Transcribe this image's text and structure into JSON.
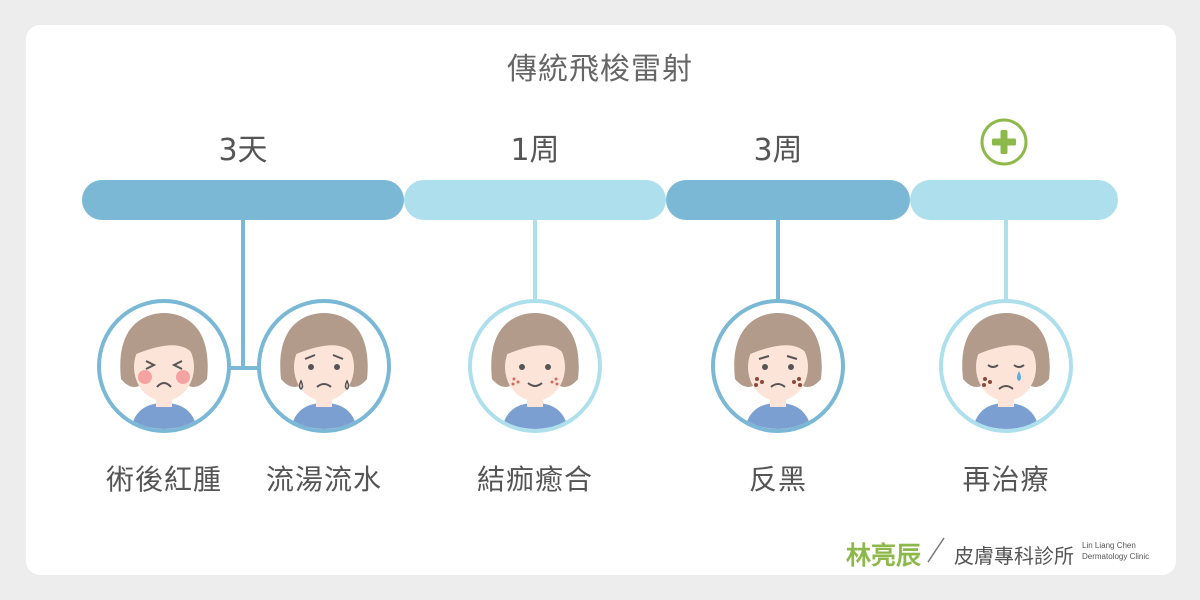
{
  "title": "傳統飛梭雷射",
  "stages": [
    {
      "label": "3天"
    },
    {
      "label": "1周"
    },
    {
      "label": "3周"
    },
    {
      "icon": "plus-icon"
    }
  ],
  "outcomes": [
    {
      "label": "術後紅腫"
    },
    {
      "label": "流湯流水"
    },
    {
      "label": "結痂癒合"
    },
    {
      "label": "反黑"
    },
    {
      "label": "再治療"
    }
  ],
  "footer": {
    "brand": "林亮辰",
    "clinic": "皮膚專科診所",
    "english_line1": "Lin Liang Chen",
    "english_line2": "Dermatology Clinic"
  },
  "colors": {
    "dark_blue": "#7ab8d6",
    "light_blue": "#ade0ec",
    "green": "#8db94a",
    "text": "#555555"
  }
}
